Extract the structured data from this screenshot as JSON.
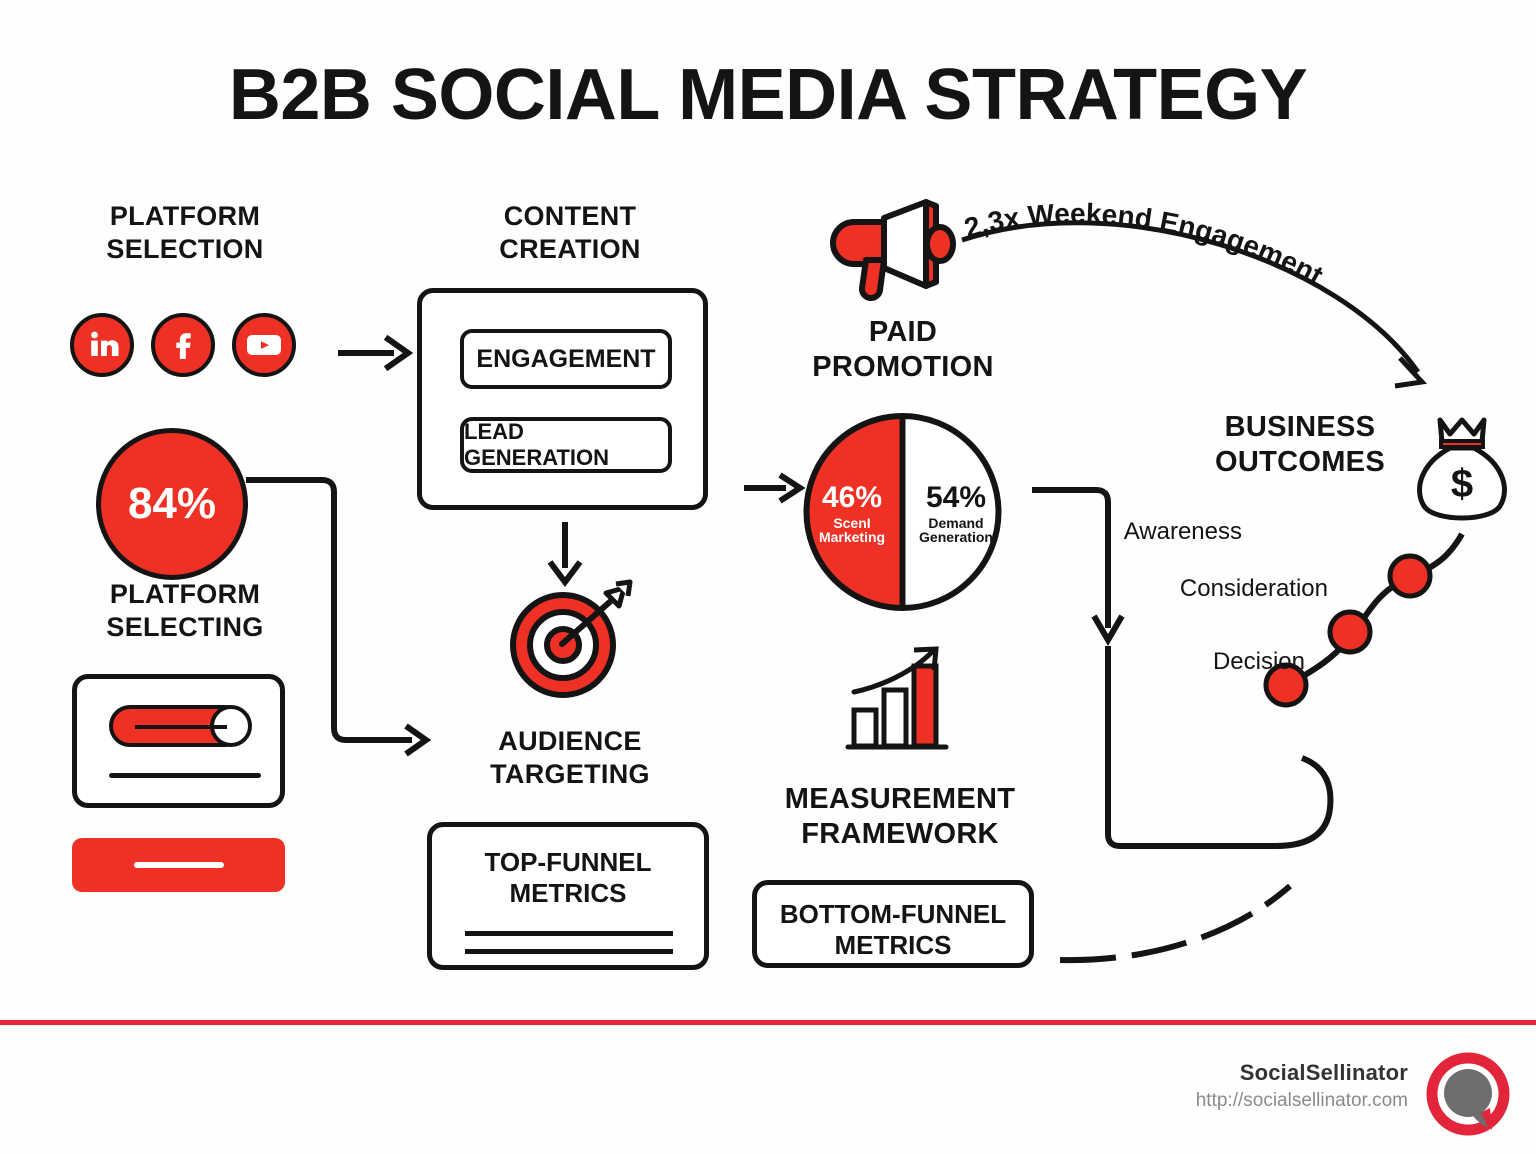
{
  "title": "B2B SOCIAL MEDIA STRATEGY",
  "colors": {
    "red": "#EE3124",
    "red_line": "#E2253A",
    "ink": "#141414",
    "background": "#FEFEFC",
    "muted": "#8A8A8A"
  },
  "platform_selection": {
    "heading_line1": "PLATFORM",
    "heading_line2": "SELECTION",
    "icons": [
      {
        "name": "linkedin-icon",
        "label": "in"
      },
      {
        "name": "facebook-icon",
        "label": "f"
      },
      {
        "name": "youtube-icon",
        "label": "play"
      }
    ]
  },
  "platform_selecting": {
    "stat_value": "84%",
    "heading_line1": "PLATFORM",
    "heading_line2": "SELECTING"
  },
  "content_creation": {
    "heading_line1": "CONTENT",
    "heading_line2": "CREATION",
    "items": [
      "ENGAGEMENT",
      "LEAD GENERATION"
    ]
  },
  "audience_targeting": {
    "heading_line1": "AUDIENCE",
    "heading_line2": "TARGETING",
    "card_line1": "TOP-FUNNEL",
    "card_line2": "METRICS"
  },
  "paid_promotion": {
    "heading_line1": "PAID",
    "heading_line2": "PROMOTION"
  },
  "measurement_framework": {
    "heading_line1": "MEASUREMENT",
    "heading_line2": "FRAMEWORK",
    "card_line1": "BOTTOM-FUNNEL",
    "card_line2": "METRICS"
  },
  "business_outcomes": {
    "heading_line1": "BUSINESS",
    "heading_line2": "OUTCOMES",
    "stages": [
      "Awareness",
      "Consideration",
      "Decision"
    ]
  },
  "annotations": {
    "weekend_engagement": "2,3x Weekend Engagement"
  },
  "footer": {
    "brand": "SocialSellinator",
    "url": "http://socialsellinator.com"
  },
  "chart_data": {
    "type": "pie",
    "title": "Paid Promotion split",
    "categories": [
      "ScenI Marketing",
      "Demand Generation"
    ],
    "values": [
      46,
      54
    ],
    "labels": [
      "46%",
      "54%"
    ],
    "slice_labels": [
      {
        "pct": "46%",
        "name_line1": "ScenI",
        "name_line2": "Marketing",
        "color": "#EE3124",
        "text_color": "#FFFFFF"
      },
      {
        "pct": "54%",
        "name_line1": "Demand",
        "name_line2": "Generation",
        "color": "#FFFFFF",
        "text_color": "#141414"
      }
    ],
    "legend_position": "inside",
    "grid": false
  }
}
